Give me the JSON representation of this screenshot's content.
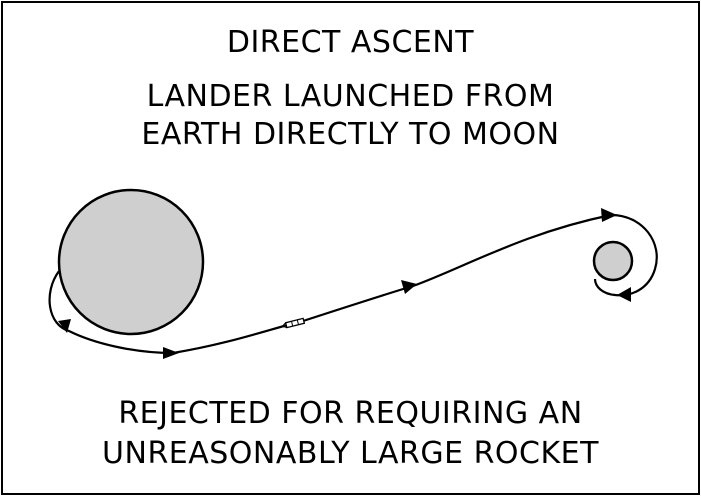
{
  "title": "DIRECT ASCENT",
  "subtitle": {
    "line1": "LANDER LAUNCHED FROM",
    "line2": "EARTH DIRECTLY TO MOON"
  },
  "caption": {
    "line1": "REJECTED FOR REQUIRING AN",
    "line2": "UNREASONABLY LARGE ROCKET"
  },
  "colors": {
    "ink": "#000000",
    "body_fill": "#cfcfcf",
    "background": "#ffffff"
  }
}
